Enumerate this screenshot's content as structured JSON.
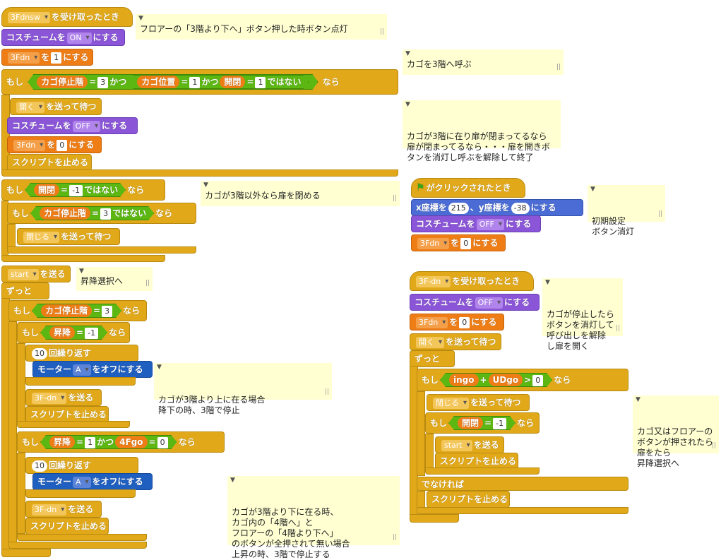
{
  "labels": {
    "receive": "を受け取ったとき",
    "costume": "コスチュームを",
    "set_to": "にする",
    "set": "を",
    "if": "もし",
    "then": "なら",
    "and": "かつ",
    "not": "ではない",
    "send_wait": "を送って待つ",
    "send": "を送る",
    "stop_script": "スクリプトを止める",
    "forever": "ずっと",
    "repeat_times": "回繰り返す",
    "motor": "モーター",
    "motor_off": "をオフにする",
    "else": "でなければ",
    "flag_clicked": "がクリックされたとき",
    "goto_x": "x座標を",
    "goto_y": "、y座標を",
    "eq": "=",
    "gt": ">",
    "plus": "+"
  },
  "vars": {
    "floor": "カゴ停止階",
    "pos": "カゴ位置",
    "door": "開閉",
    "updown": "昇降",
    "fourfgo": "4Fgo",
    "ingo": "ingo",
    "udgo": "UDgo"
  },
  "dropdowns": {
    "msg_3fdnsw": "3Fdnsw",
    "on": "ON",
    "off": "OFF",
    "var_3fdn": "3Fdn",
    "open": "開く",
    "close": "閉じる",
    "start": "start",
    "msg_3f_dn": "3F-dn",
    "motor_a": "A"
  },
  "values": {
    "v3": "3",
    "v1": "1",
    "v0": "0",
    "vm1": "-1",
    "v10": "10",
    "x215": "215",
    "ym38": "-38"
  },
  "comments": {
    "c1": "フロアーの「3階より下へ」ボタン押した時ボタン点灯",
    "c2": "カゴを3階へ呼ぶ",
    "c3": "カゴが3階に在り扉が閉まってるなら\n扉が閉まってるなら・・・扉を開きボタンを消灯し呼ぶを解除して終了",
    "c4": "カゴが3階以外なら扉を閉める",
    "c5": "昇降選択へ",
    "c6": "カゴが3階より上に在る場合\n降下の時、3階で停止",
    "c7": "カゴが3階より下に在る時、\nカゴ内の「4階へ」と\nフロアーの「4階より下へ」\nのボタンが全押されて無い場合\n上昇の時、3階で停止する",
    "c8": "初期設定\nボタン消灯",
    "c9": "カゴが停止したら\nボタンを消灯して\n呼び出しを解除\nし扉を開く",
    "c10": "カゴ又はフロアーの\nボタンが押されたら\n扉をたら\n昇降選択へ"
  }
}
